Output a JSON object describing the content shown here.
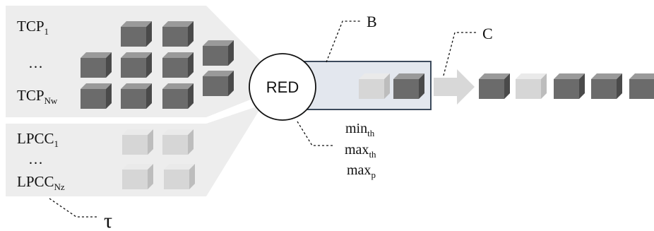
{
  "flows": {
    "tcp_first": {
      "base": "TCP",
      "sub": "1"
    },
    "tcp_ellipsis": "…",
    "tcp_last": {
      "base": "TCP",
      "sub": "Nw"
    },
    "lpcc_first": {
      "base": "LPCC",
      "sub": "1"
    },
    "lpcc_ellipsis": "…",
    "lpcc_last": {
      "base": "LPCC",
      "sub": "Nz"
    }
  },
  "red": {
    "label": "RED"
  },
  "params": [
    {
      "base": "min",
      "sub": "th"
    },
    {
      "base": "max",
      "sub": "th"
    },
    {
      "base": "max",
      "sub": "p"
    }
  ],
  "callouts": {
    "buffer": "B",
    "capacity": "C",
    "lpcc": "τ"
  },
  "colors": {
    "tcp_packet": "#6b6b6b",
    "lpcc_packet": "#d6d6d6",
    "panel": "#ededed",
    "buffer_fill": "#e3e7ee",
    "buffer_stroke": "#3c4a5c",
    "arrow": "#d8d8d8"
  },
  "icons": {
    "packet": "cube-icon",
    "link_arrow": "arrow-right-icon"
  }
}
